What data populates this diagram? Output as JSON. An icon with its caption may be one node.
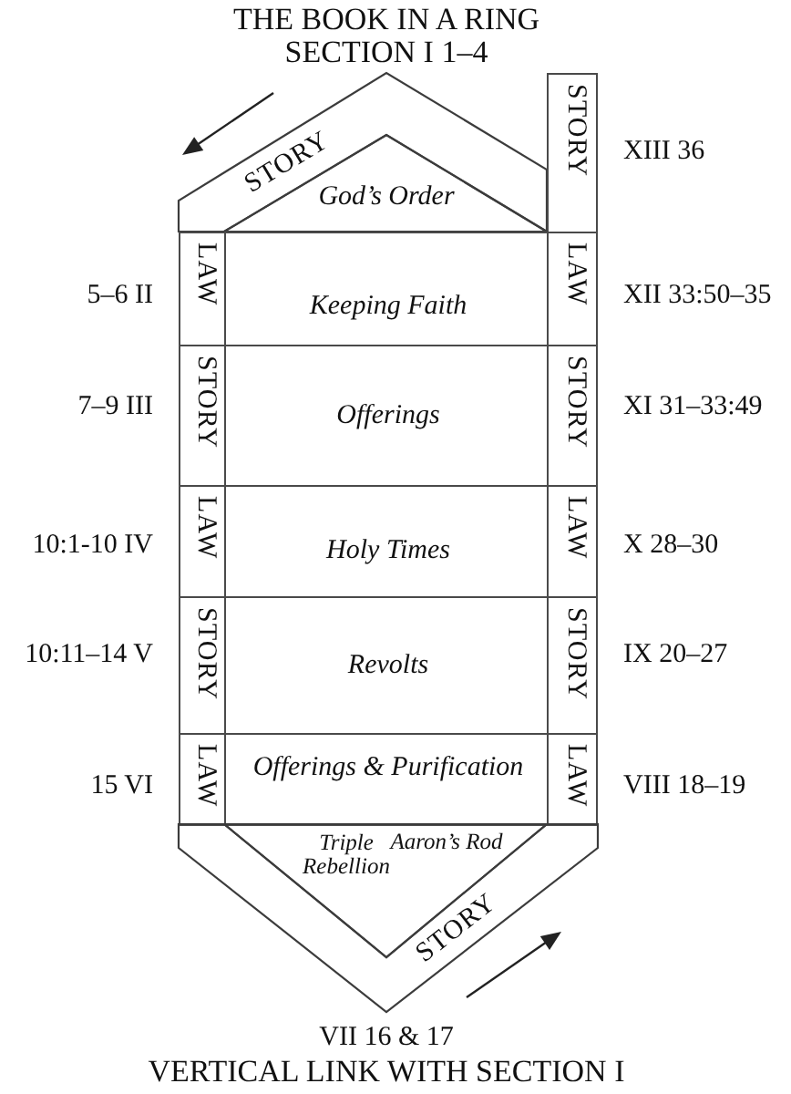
{
  "diagram": {
    "title": "THE BOOK IN A RING",
    "nodes": [
      {
        "text": [
          "STORY"
        ]
      },
      {
        "text": [
          "STORY"
        ]
      },
      {
        "text": [
          "God’s Order"
        ]
      },
      {
        "text": [
          "LAW"
        ]
      },
      {
        "text": [
          "Keeping Faith"
        ]
      },
      {
        "text": [
          "LAW"
        ]
      },
      {
        "text": [
          "STORY"
        ]
      },
      {
        "text": [
          "Offerings"
        ]
      },
      {
        "text": [
          "STORY"
        ]
      },
      {
        "text": [
          "LAW"
        ]
      },
      {
        "text": [
          "Holy Times"
        ]
      },
      {
        "text": [
          "LAW"
        ]
      },
      {
        "text": [
          "STORY"
        ]
      },
      {
        "text": [
          "Revolts"
        ]
      },
      {
        "text": [
          "STORY"
        ]
      },
      {
        "text": [
          "LAW"
        ]
      },
      {
        "text": [
          "Offerings & Purification"
        ]
      },
      {
        "text": [
          "LAW"
        ]
      },
      {
        "text": [
          "Triple Rebellion",
          "Aaron’s Rod"
        ]
      },
      {
        "text": [
          "STORY"
        ]
      }
    ],
    "edges": [],
    "labels": [
      "SECTION I 1–4",
      "XIII 36",
      "5–6 II",
      "XII 33:50–35",
      "7–9 III",
      "XI 31–33:49",
      "10:1-10 IV",
      "X 28–30",
      "10:11–14 V",
      "IX 20–27",
      "15 VI",
      "VIII 18–19",
      "VII 16 & 17",
      "VERTICAL LINK WITH SECTION I"
    ]
  }
}
